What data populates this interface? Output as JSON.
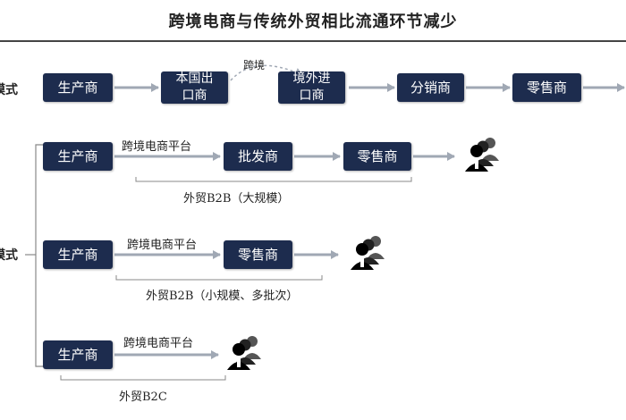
{
  "title": "跨境电商与传统外贸相比流通环节减少",
  "side_labels": {
    "traditional": "模式",
    "crossborder": "模式"
  },
  "row1": {
    "producer": "生产商",
    "exporter": "本国出口商",
    "cross_label": "跨境",
    "importer": "境外进口商",
    "distributor": "分销商",
    "retailer": "零售商"
  },
  "row2": {
    "producer": "生产商",
    "platform": "跨境电商平台",
    "wholesaler": "批发商",
    "retailer": "零售商",
    "caption": "外贸B2B（大规模）",
    "consumer_icon": "consumers-icon"
  },
  "row3": {
    "producer": "生产商",
    "platform": "跨境电商平台",
    "retailer": "零售商",
    "caption": "外贸B2B（小规模、多批次）",
    "consumer_icon": "consumers-icon"
  },
  "row4": {
    "producer": "生产商",
    "platform": "跨境电商平台",
    "caption": "外贸B2C",
    "consumer_icon": "consumers-icon"
  },
  "colors": {
    "box": "#1d2c4e",
    "arrow": "#a0a8b4"
  }
}
